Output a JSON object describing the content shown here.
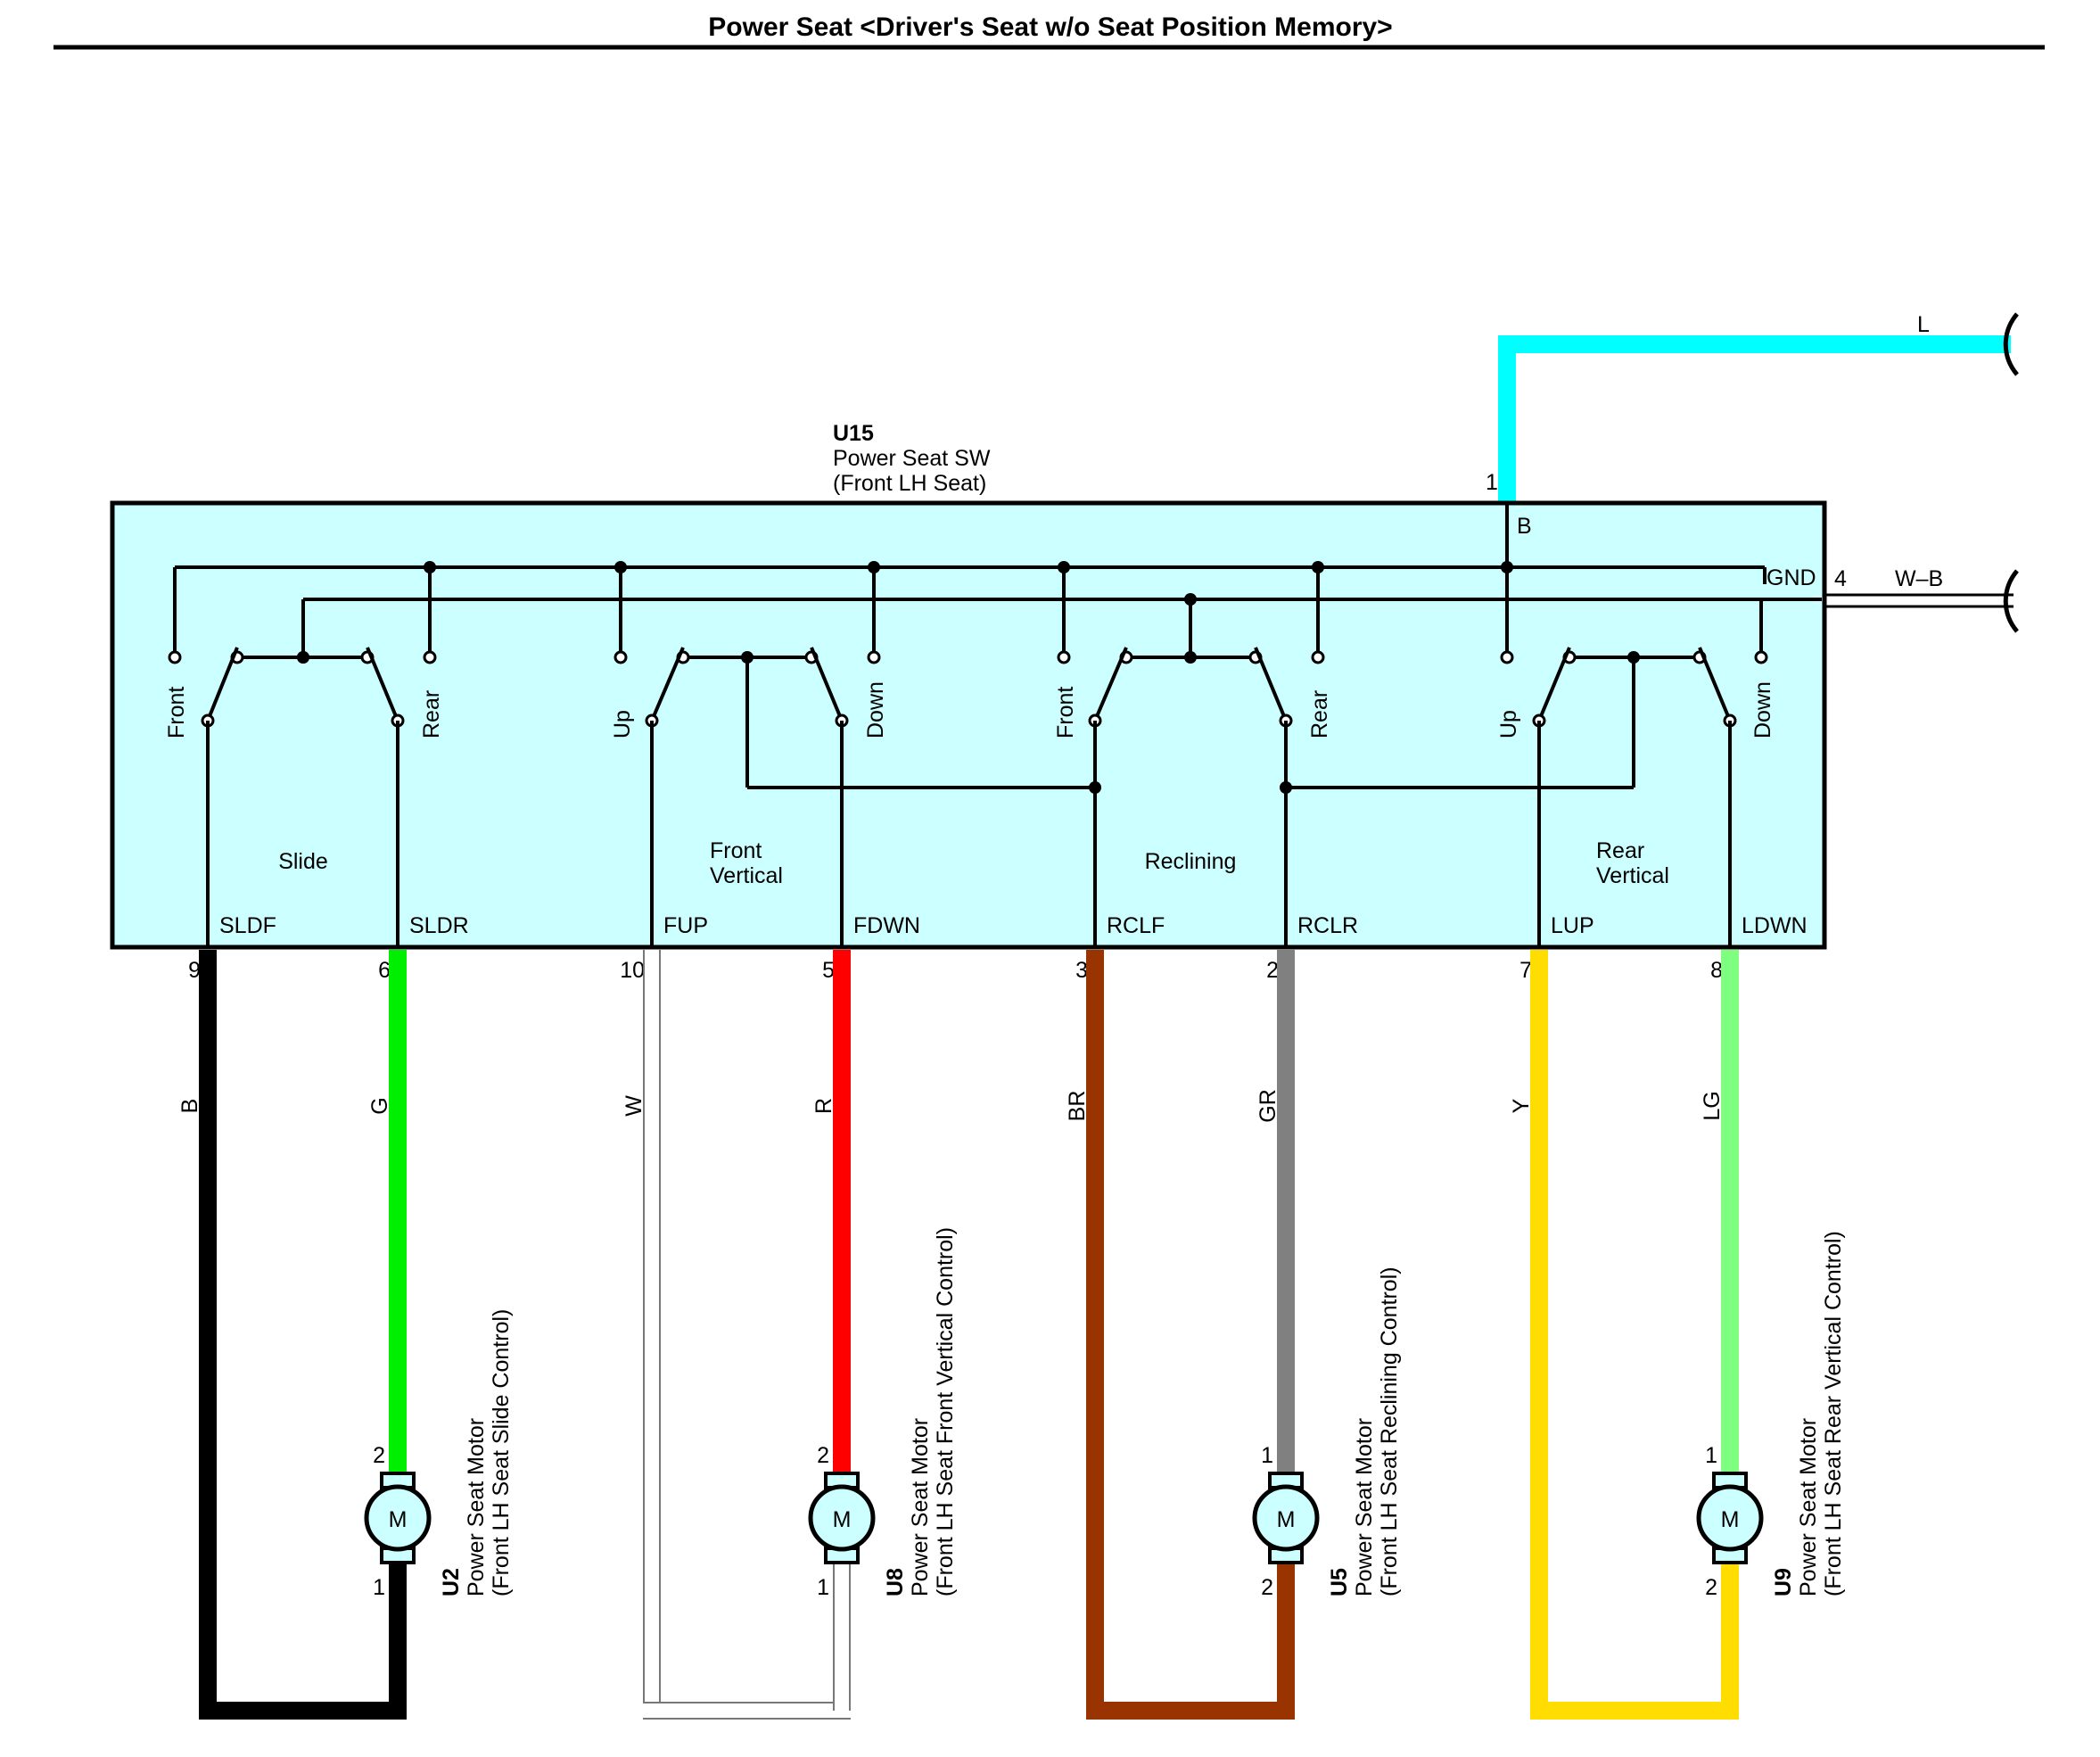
{
  "title": "Power Seat <Driver's Seat w/o Seat Position Memory>",
  "colors": {
    "panel_fill": "#ccffff",
    "motor_fill": "#ccffff",
    "L": "#00ffff",
    "B": "#000000",
    "G": "#00ee00",
    "W": "#ffffff",
    "R": "#ff0000",
    "BR": "#993300",
    "GR": "#808080",
    "Y": "#ffdd00",
    "LG": "#7fff7f"
  },
  "power_seat_switch": {
    "id": "U15",
    "name": "Power Seat SW",
    "location": "(Front LH Seat)",
    "power_pin": "1",
    "power_pin_label": "B",
    "power_wire": "L",
    "ground_label": "GND",
    "ground_pin": "4",
    "ground_wire": "W–B"
  },
  "switch_groups": [
    {
      "line1": "Slide",
      "line2": "",
      "left_contact": "Front",
      "right_contact": "Rear"
    },
    {
      "line1": "Front",
      "line2": "Vertical",
      "left_contact": "Up",
      "right_contact": "Down"
    },
    {
      "line1": "Reclining",
      "line2": "",
      "left_contact": "Front",
      "right_contact": "Rear"
    },
    {
      "line1": "Rear",
      "line2": "Vertical",
      "left_contact": "Up",
      "right_contact": "Down"
    }
  ],
  "terminals": [
    {
      "name": "SLDF",
      "pin": "9",
      "wire": "B"
    },
    {
      "name": "SLDR",
      "pin": "6",
      "wire": "G"
    },
    {
      "name": "FUP",
      "pin": "10",
      "wire": "W"
    },
    {
      "name": "FDWN",
      "pin": "5",
      "wire": "R"
    },
    {
      "name": "RCLF",
      "pin": "3",
      "wire": "BR"
    },
    {
      "name": "RCLR",
      "pin": "2",
      "wire": "GR"
    },
    {
      "name": "LUP",
      "pin": "7",
      "wire": "Y"
    },
    {
      "name": "LDWN",
      "pin": "8",
      "wire": "LG"
    }
  ],
  "motors": [
    {
      "id": "U2",
      "name": "Power Seat Motor",
      "location": "(Front LH Seat Slide Control)",
      "symbol": "M",
      "top_pin": "2",
      "bottom_pin": "1"
    },
    {
      "id": "U8",
      "name": "Power Seat Motor",
      "location": "(Front LH Seat Front Vertical Control)",
      "symbol": "M",
      "top_pin": "2",
      "bottom_pin": "1"
    },
    {
      "id": "U5",
      "name": "Power Seat Motor",
      "location": "(Front LH Seat Reclining Control)",
      "symbol": "M",
      "top_pin": "1",
      "bottom_pin": "2"
    },
    {
      "id": "U9",
      "name": "Power Seat Motor",
      "location": "(Front LH Seat Rear Vertical Control)",
      "symbol": "M",
      "top_pin": "1",
      "bottom_pin": "2"
    }
  ]
}
